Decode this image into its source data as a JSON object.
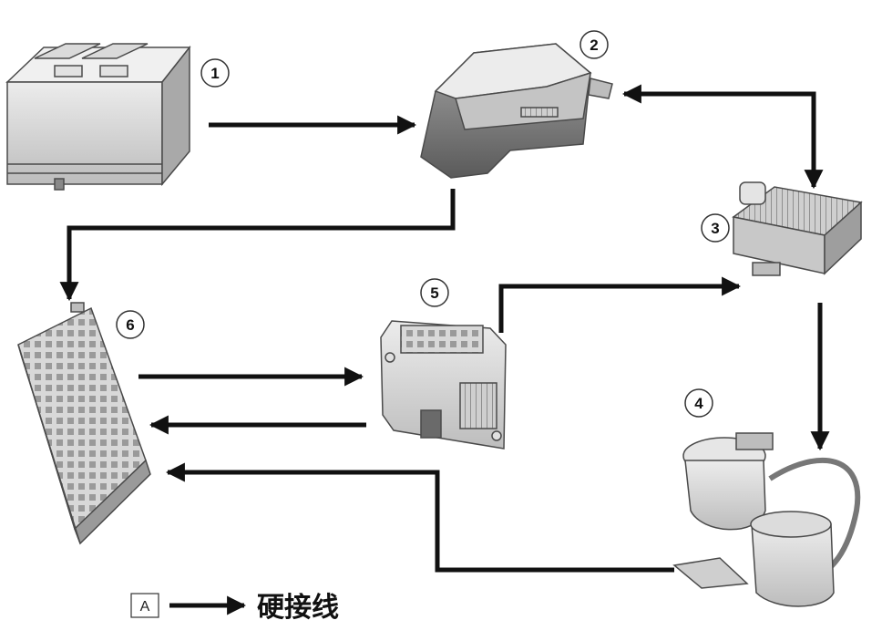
{
  "components": [
    {
      "id": "1",
      "icon": "battery-icon"
    },
    {
      "id": "2",
      "icon": "control-module-icon"
    },
    {
      "id": "3",
      "icon": "pump-controller-icon"
    },
    {
      "id": "4",
      "icon": "fuel-pump-icon"
    },
    {
      "id": "5",
      "icon": "ecu-icon"
    },
    {
      "id": "6",
      "icon": "fuse-box-icon"
    }
  ],
  "legend": {
    "box_label": "A",
    "text": "硬接线"
  },
  "colors": {
    "line": "#111111",
    "component_fill": "#d4d4d4",
    "component_stroke": "#4a4a4a"
  }
}
